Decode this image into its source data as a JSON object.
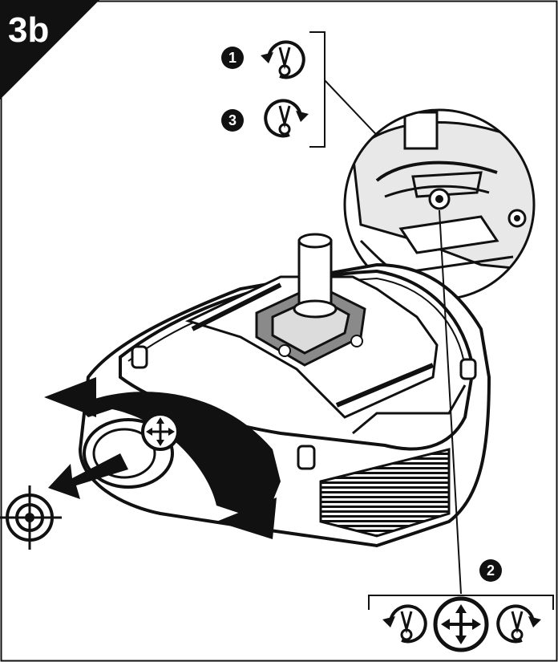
{
  "step_label": "3b",
  "callouts": {
    "step_1": "1",
    "step_2": "2",
    "step_3": "3"
  },
  "icons": {
    "loosen": "rotate-ccw-screw-icon",
    "tighten": "rotate-cw-screw-icon",
    "adjust": "four-way-move-icon",
    "target": "crosshair-target-icon"
  },
  "colors": {
    "ink": "#111111",
    "paper": "#ffffff",
    "mid_gray": "#8a8a8a",
    "light_gray": "#dcdcdc"
  }
}
